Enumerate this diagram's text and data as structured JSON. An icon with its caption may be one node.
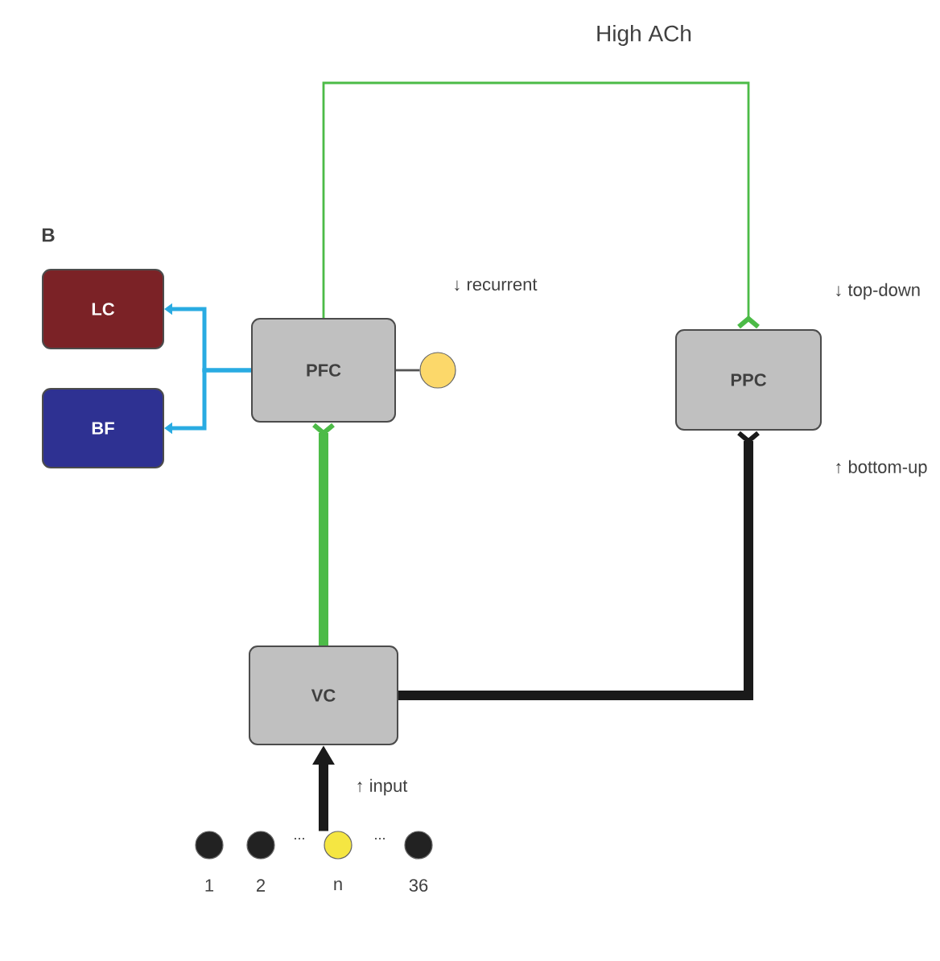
{
  "diagram": {
    "nodes": [
      {
        "text": [
          "LC"
        ]
      },
      {
        "text": [
          "BF"
        ]
      },
      {
        "text": [
          "PFC"
        ]
      },
      {
        "text": [],
        "shape": "circle",
        "beside": [
          "↓ recurrent"
        ]
      },
      {
        "text": [
          "PPC"
        ],
        "beside": [
          "↓ top-down",
          "↑ bottom-up"
        ]
      },
      {
        "text": [
          "VC"
        ]
      },
      {
        "text": [],
        "shape": "circle",
        "beside": [
          "1"
        ]
      },
      {
        "text": [],
        "shape": "circle",
        "beside": [
          "2"
        ]
      },
      {
        "text": [],
        "shape": "circle",
        "beside": [
          "n"
        ]
      },
      {
        "text": [],
        "shape": "circle",
        "beside": [
          "36"
        ]
      }
    ],
    "edges": [
      {
        "from": 2,
        "to": 0,
        "arrow": "to",
        "color": "#29abe2"
      },
      {
        "from": 2,
        "to": 1,
        "arrow": "to",
        "color": "#29abe2"
      },
      {
        "from": 2,
        "to": 3,
        "arrow": "none",
        "color": "#555555"
      },
      {
        "from": 2,
        "to": 4,
        "arrow": "other",
        "color": "#4cbb47",
        "label": "High ACh"
      },
      {
        "from": 5,
        "to": 2,
        "arrow": "other",
        "style": "thick",
        "color": "#4cbb47"
      },
      {
        "from": 5,
        "to": 4,
        "arrow": "other",
        "style": "thick",
        "color": "#1a1a1a"
      },
      {
        "from": 8,
        "to": 5,
        "arrow": "to",
        "style": "thick",
        "color": "#1a1a1a",
        "label": "↑ input"
      }
    ],
    "labels": [
      "B",
      "...",
      "..."
    ]
  }
}
